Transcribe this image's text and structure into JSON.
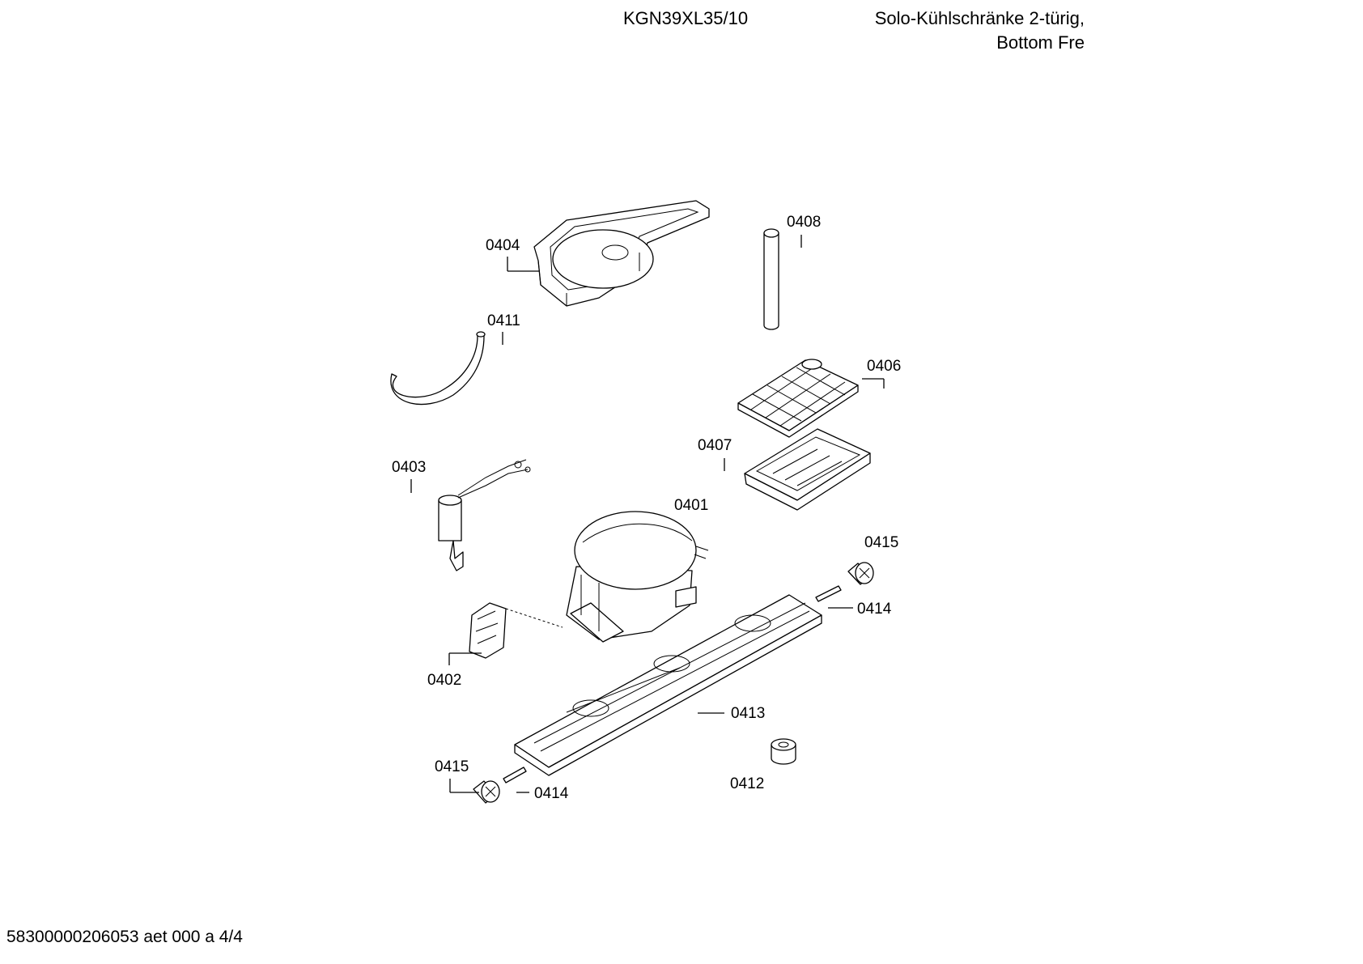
{
  "header": {
    "model": "KGN39XL35/10",
    "description_line1": "Solo-Kühlschränke 2-türig,",
    "description_line2": "Bottom Fre"
  },
  "footer": {
    "document_id": "58300000206053 aet 000 a 4/4"
  },
  "parts": [
    {
      "id": "p0401",
      "number": "0401"
    },
    {
      "id": "p0402",
      "number": "0402"
    },
    {
      "id": "p0403",
      "number": "0403"
    },
    {
      "id": "p0404",
      "number": "0404"
    },
    {
      "id": "p0406",
      "number": "0406"
    },
    {
      "id": "p0407",
      "number": "0407"
    },
    {
      "id": "p0408",
      "number": "0408"
    },
    {
      "id": "p0411",
      "number": "0411"
    },
    {
      "id": "p0412",
      "number": "0412"
    },
    {
      "id": "p0413",
      "number": "0413"
    },
    {
      "id": "p0414a",
      "number": "0414"
    },
    {
      "id": "p0414b",
      "number": "0414"
    },
    {
      "id": "p0415a",
      "number": "0415"
    },
    {
      "id": "p0415b",
      "number": "0415"
    }
  ]
}
